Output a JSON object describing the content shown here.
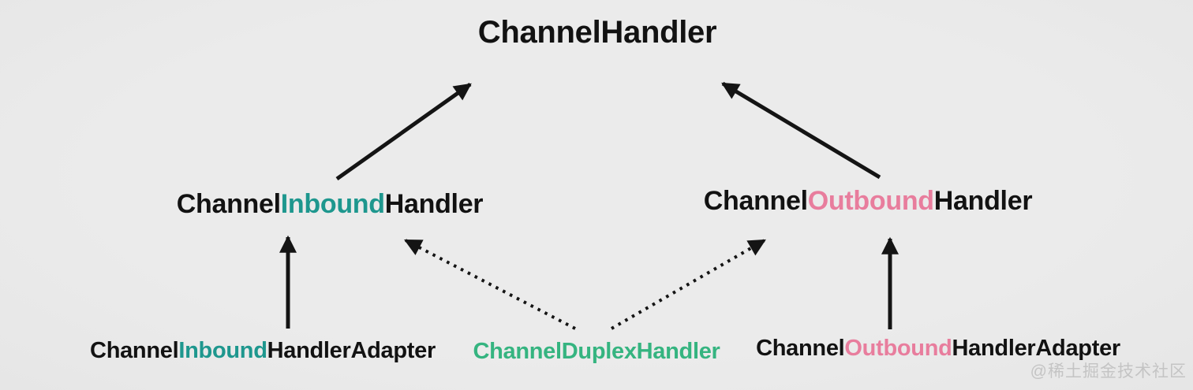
{
  "diagram": {
    "background": "#eaeaea",
    "colors": {
      "text_black": "#121212",
      "inbound_teal": "#1e978e",
      "outbound_pink": "#e87d9d",
      "duplex_green": "#35b480",
      "arrow_black": "#141414",
      "watermark_gray": "#c4c4c4"
    },
    "nodes": {
      "channelHandler": {
        "seg0": "ChannelHandler"
      },
      "inboundHandler": {
        "seg0": "Channel",
        "seg1": "Inbound",
        "seg2": "Handler"
      },
      "outboundHandler": {
        "seg0": "Channel",
        "seg1": "Outbound",
        "seg2": "Handler"
      },
      "inboundAdapter": {
        "seg0": "Channel",
        "seg1": "Inbound",
        "seg2": "HandlerAdapter"
      },
      "duplexHandler": {
        "seg0": "ChannelDuplexHandler"
      },
      "outboundAdapter": {
        "seg0": "Channel",
        "seg1": "Outbound",
        "seg2": "HandlerAdapter"
      }
    },
    "edges": [
      {
        "from": "ChannelInboundHandler",
        "to": "ChannelHandler",
        "style": "solid"
      },
      {
        "from": "ChannelOutboundHandler",
        "to": "ChannelHandler",
        "style": "solid"
      },
      {
        "from": "ChannelInboundHandlerAdapter",
        "to": "ChannelInboundHandler",
        "style": "solid"
      },
      {
        "from": "ChannelOutboundHandlerAdapter",
        "to": "ChannelOutboundHandler",
        "style": "solid"
      },
      {
        "from": "ChannelDuplexHandler",
        "to": "ChannelInboundHandler",
        "style": "dotted"
      },
      {
        "from": "ChannelDuplexHandler",
        "to": "ChannelOutboundHandler",
        "style": "dotted"
      }
    ],
    "watermark": "@稀土掘金技术社区"
  }
}
